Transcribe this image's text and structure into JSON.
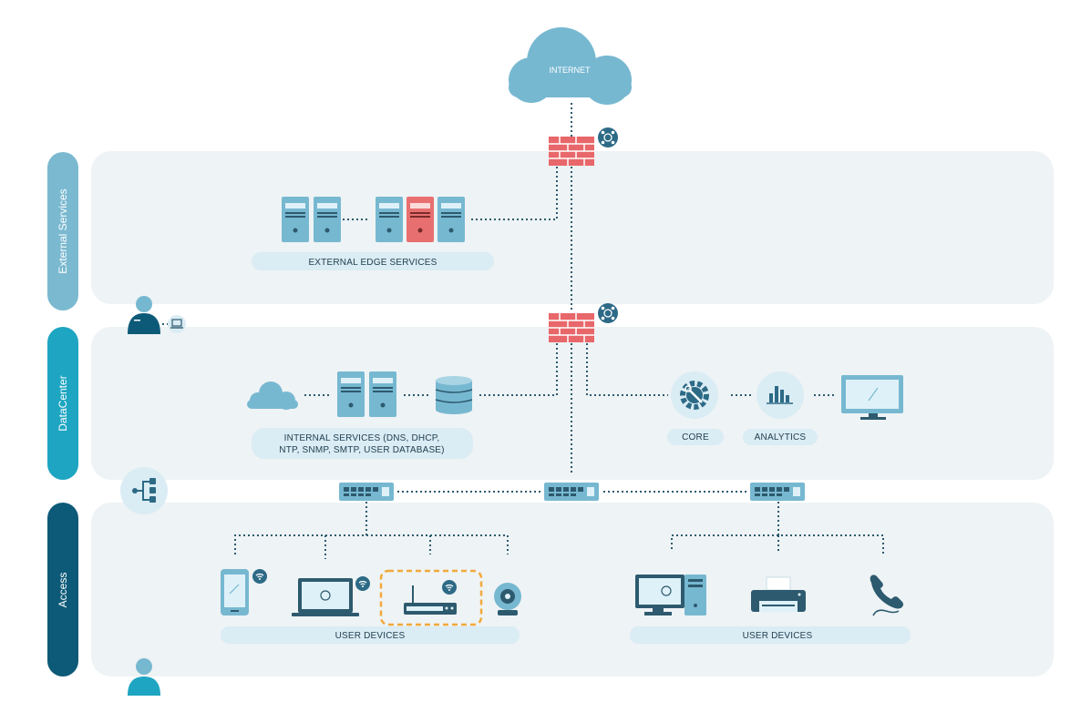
{
  "internet_label": "INTERNET",
  "sections": {
    "external": "External Services",
    "datacenter": "DataCenter",
    "access": "Access"
  },
  "labels": {
    "external_edge": "EXTERNAL EDGE SERVICES",
    "internal_line1": "INTERNAL SERVICES (DNS, DHCP,",
    "internal_line2": "NTP, SNMP, SMTP, USER DATABASE)",
    "core": "CORE",
    "analytics": "ANALYTICS",
    "user_devices_left": "USER DEVICES",
    "user_devices_right": "USER DEVICES"
  },
  "colors": {
    "band_bg": "#eef3f5",
    "external": "#7ab9d0",
    "datacenter": "#1ea5c2",
    "access": "#0d5a78",
    "server": "#77b8d1",
    "server_alert": "#e86f6f",
    "firewall": "#e8676a",
    "label_pill": "#daecf4",
    "highlight": "#f2a93b"
  }
}
